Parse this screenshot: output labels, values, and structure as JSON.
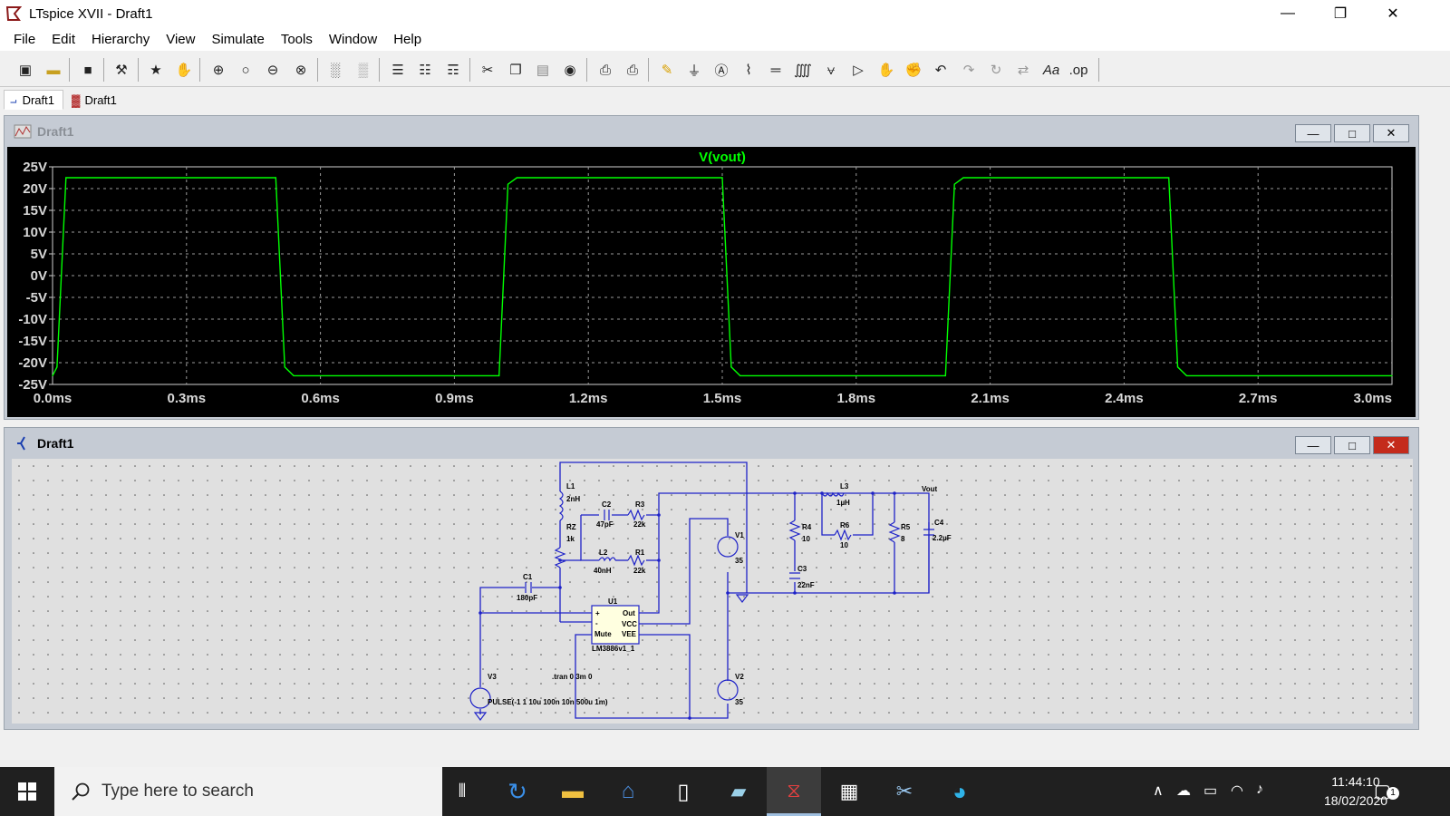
{
  "app": {
    "title": "LTspice XVII - Draft1"
  },
  "menu": [
    "File",
    "Edit",
    "Hierarchy",
    "View",
    "Simulate",
    "Tools",
    "Window",
    "Help"
  ],
  "tabs": [
    {
      "label": "Draft1",
      "kind": "schematic"
    },
    {
      "label": "Draft1",
      "kind": "waveform"
    }
  ],
  "plot_window": {
    "title": "Draft1"
  },
  "schematic_window": {
    "title": "Draft1"
  },
  "chart_data": {
    "type": "line",
    "title": "V(vout)",
    "xlabel": "",
    "ylabel": "",
    "x_unit": "ms",
    "y_unit": "V",
    "xlim": [
      0,
      3.0
    ],
    "ylim": [
      -25,
      25
    ],
    "x_ticks": [
      "0.0ms",
      "0.3ms",
      "0.6ms",
      "0.9ms",
      "1.2ms",
      "1.5ms",
      "1.8ms",
      "2.1ms",
      "2.4ms",
      "2.7ms",
      "3.0ms"
    ],
    "y_ticks": [
      "25V",
      "20V",
      "15V",
      "10V",
      "5V",
      "0V",
      "-5V",
      "-10V",
      "-15V",
      "-20V",
      "-25V"
    ],
    "grid": true,
    "color": "#00ff00",
    "series": [
      {
        "name": "V(vout)",
        "x": [
          0.0,
          0.01,
          0.03,
          0.5,
          0.52,
          0.54,
          1.0,
          1.02,
          1.04,
          1.5,
          1.52,
          1.54,
          2.0,
          2.02,
          2.04,
          2.5,
          2.52,
          2.54,
          3.0
        ],
        "y": [
          -23,
          -21,
          22.5,
          22.5,
          -21,
          -23,
          -23,
          21,
          22.5,
          22.5,
          -21,
          -23,
          -23,
          21,
          22.5,
          22.5,
          -21,
          -23,
          -23
        ]
      }
    ]
  },
  "schematic": {
    "labels": {
      "l1": "L1",
      "l1_val": "2nH",
      "c2": "C2",
      "c2_val": "47pF",
      "r3": "R3",
      "r3_val": "22k",
      "rz": "RZ",
      "rz_val": "1k",
      "l2": "L2",
      "l2_val": "40nH",
      "r1": "R1",
      "r1_val": "22k",
      "c1": "C1",
      "c1_val": "180pF",
      "u1": "U1",
      "u1_part": "LM3886v1_1",
      "pin_plus": "+",
      "pin_minus": "-",
      "pin_mute": "Mute",
      "pin_out": "Out",
      "pin_vcc": "VCC",
      "pin_vee": "VEE",
      "v1": "V1",
      "v1_val": "35",
      "v2": "V2",
      "v2_val": "35",
      "v3": "V3",
      "v3_val": "PULSE(-1 1 10u 100n 10n 500u 1m)",
      "r4": "R4",
      "r4_val": "10",
      "c3": "C3",
      "c3_val": "22nF",
      "l3": "L3",
      "l3_val": "1µH",
      "r6": "R6",
      "r6_val": "10",
      "r5": "R5",
      "r5_val": "8",
      "c4": "C4",
      "c4_val": "2.2µF",
      "vout": "Vout",
      "tran": ".tran 0 3m 0"
    }
  },
  "taskbar": {
    "search_placeholder": "Type here to search",
    "time": "11:44:10",
    "date": "18/02/2020",
    "notification_count": "1"
  }
}
